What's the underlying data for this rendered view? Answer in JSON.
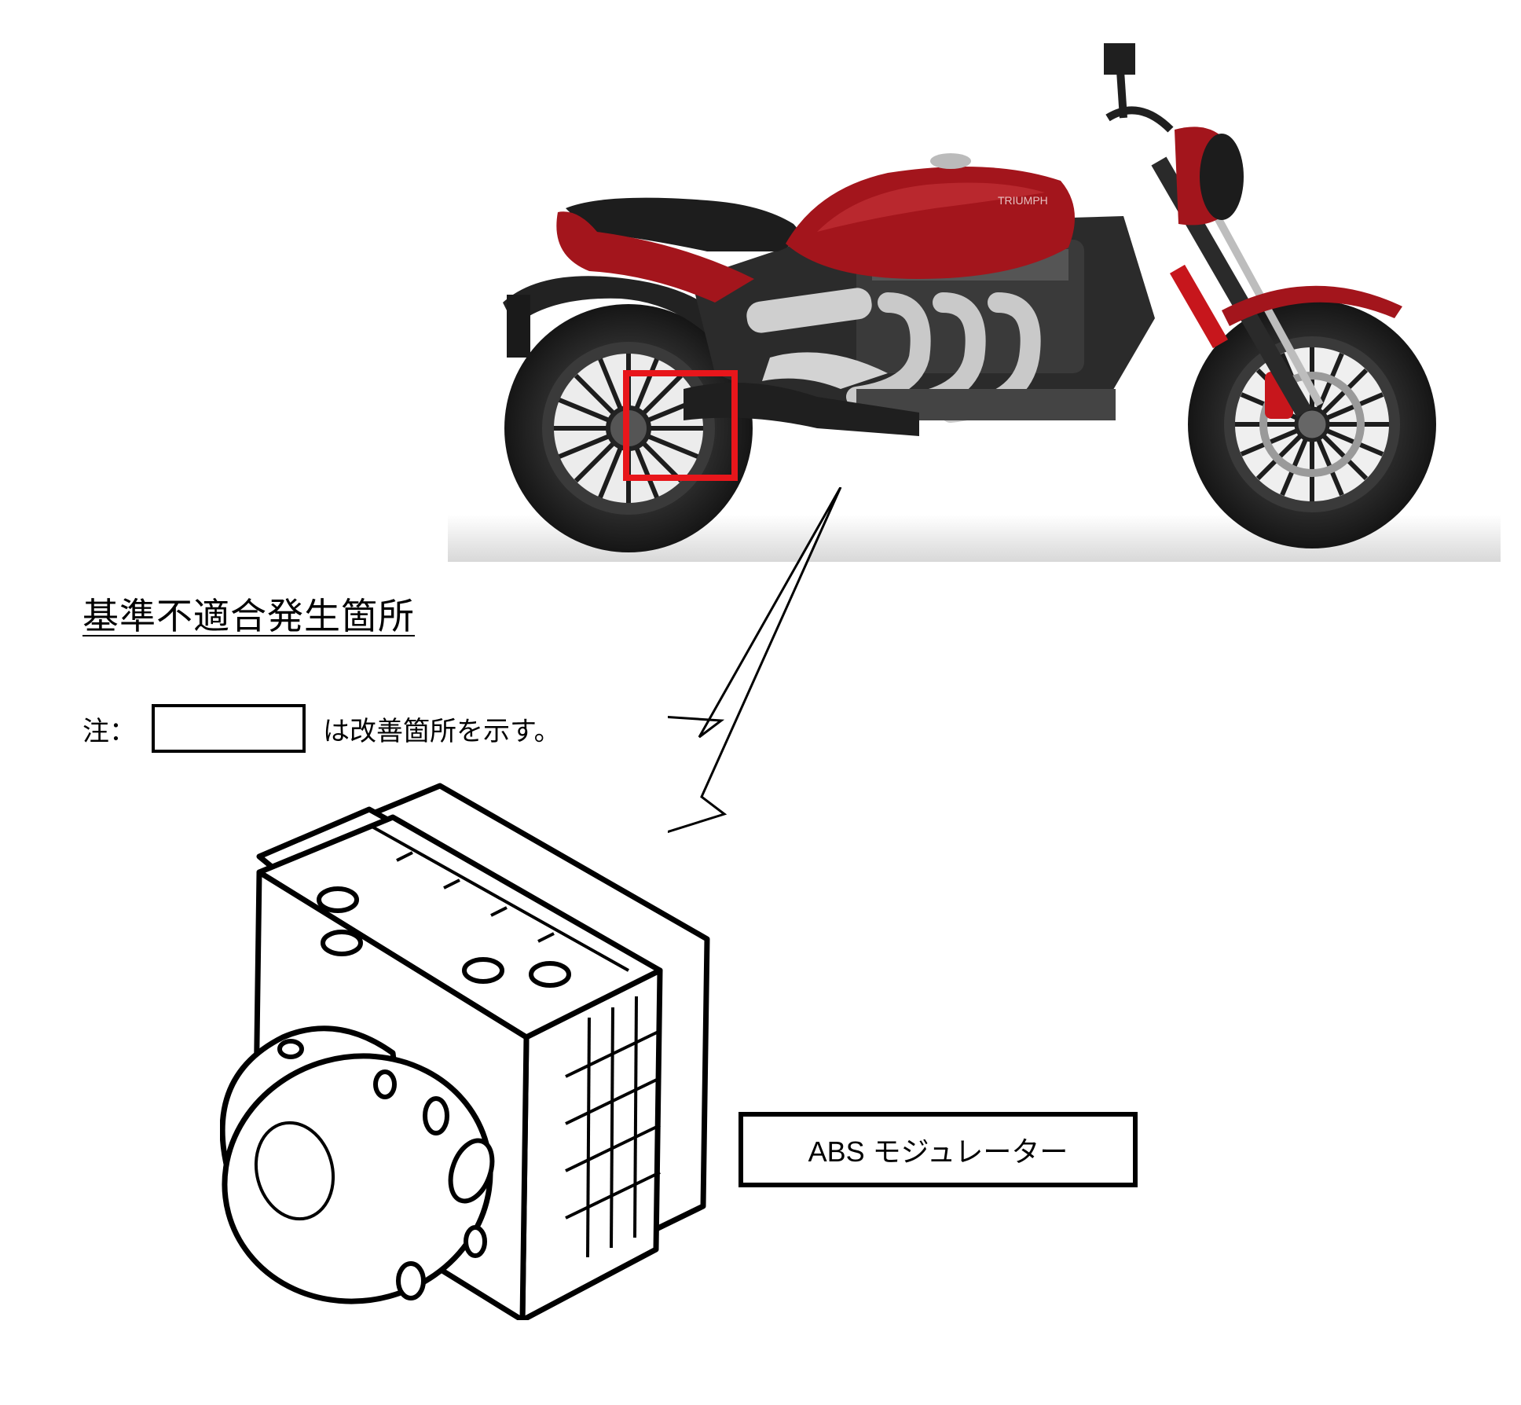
{
  "motorcycle": {
    "tank_brand": "TRIUMPH"
  },
  "heading": "基準不適合発生箇所",
  "note": {
    "prefix": "注：",
    "suffix": "は改善箇所を示す。"
  },
  "part_label": "ABS モジュレーター",
  "colors": {
    "body_red": "#a3151c",
    "highlight_red": "#e8161b",
    "ink": "#000000"
  }
}
